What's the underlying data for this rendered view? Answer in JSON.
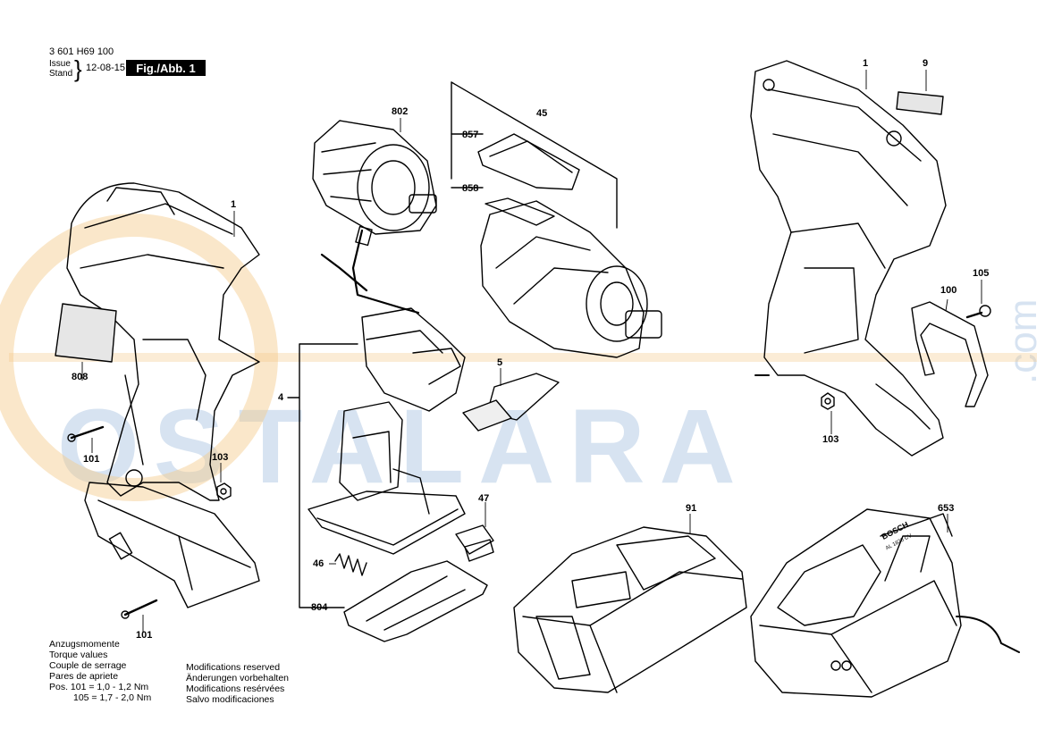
{
  "header": {
    "part_number": "3 601 H69 100",
    "issue_label": "Issue",
    "stand_label": "Stand",
    "date": "12-08-15",
    "figure": "Fig./Abb. 1"
  },
  "callouts": {
    "c1_left": "1",
    "c1_right": "1",
    "c9": "9",
    "c802": "802",
    "c45": "45",
    "c857": "857",
    "c858": "858",
    "c808": "808",
    "c4": "4",
    "c5": "5",
    "c100": "100",
    "c105": "105",
    "c101_top": "101",
    "c101_bottom": "101",
    "c103_left": "103",
    "c103_right": "103",
    "c47": "47",
    "c46": "46",
    "c804": "804",
    "c91": "91",
    "c653": "653"
  },
  "torque_notes": {
    "line1": "Anzugsmomente",
    "line2": "Torque values",
    "line3": "Couple de serrage",
    "line4": "Pares de apriete",
    "line5": "Pos.  101 =  1,0 - 1,2 Nm",
    "line6": "105 =  1,7 - 2,0 Nm"
  },
  "modification_notes": {
    "line1": "Modifications reserved",
    "line2": "Änderungen vorbehalten",
    "line3": "Modifications resérvées",
    "line4": "Salvo modificaciones"
  },
  "charger_label": "BOSCH",
  "charger_model": "AL 1820 CV",
  "watermark": {
    "text": "OSTALARA",
    "suffix": ".com",
    "color": "#b7cde6",
    "ring_color": "#f3c98a"
  }
}
